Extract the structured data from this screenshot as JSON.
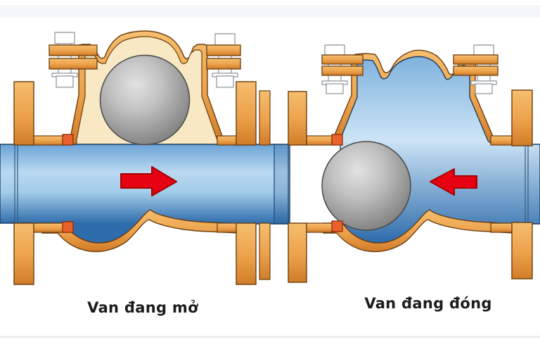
{
  "figures": [
    {
      "id": "valve-open",
      "caption": "Van đang mở",
      "state": "open",
      "flow_arrow": {
        "direction": "right",
        "color": "#e60212"
      }
    },
    {
      "id": "valve-closed",
      "caption": "Van đang đóng",
      "state": "closed",
      "flow_arrow": {
        "direction": "left",
        "color": "#e60212"
      }
    }
  ],
  "colors": {
    "caption_text": "#1c1c1c",
    "top_strip": "#f5f7f9",
    "bottom_strip": "#edeff1",
    "valve_body_orange": "#eda14b",
    "valve_interior_cream": "#f8e9c4",
    "water_blue": "#7fb2dd",
    "ball_gray": "#b5b5b5",
    "seat_gasket_orange_red": "#e8622d",
    "arrow_red": "#e60212",
    "bolt_white": "#ffffff"
  }
}
